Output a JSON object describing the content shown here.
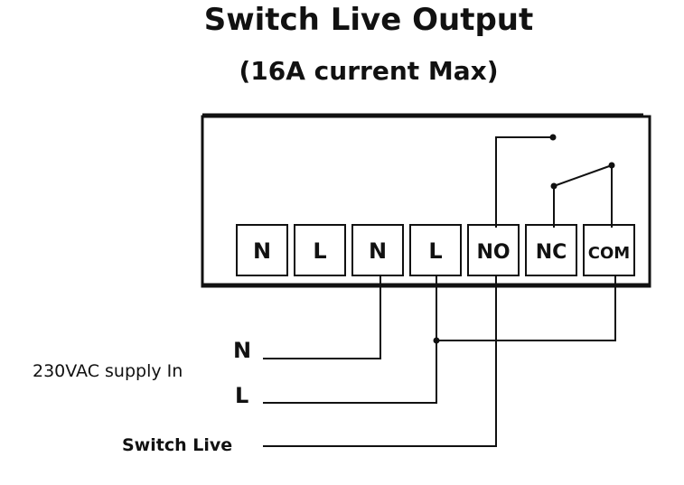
{
  "title": "Switch Live Output",
  "subtitle": "(16A current Max)",
  "terminals": [
    "N",
    "L",
    "N",
    "L",
    "NO",
    "NC",
    "COM"
  ],
  "supply_label": "230VAC supply In",
  "wire_labels": {
    "n": "N",
    "l": "L",
    "switch_live": "Switch Live"
  }
}
